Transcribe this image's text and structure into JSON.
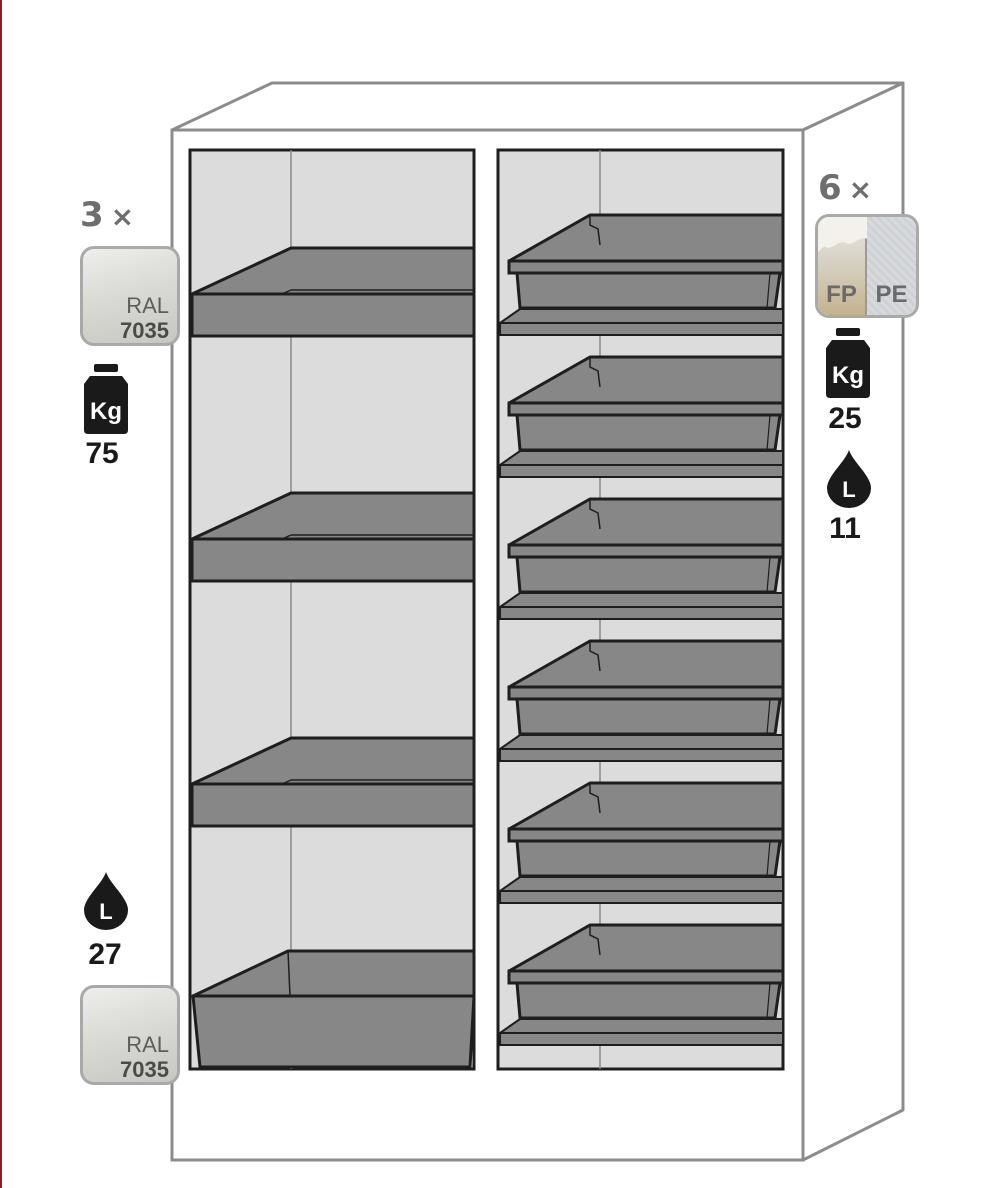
{
  "colors": {
    "accent_edge": "#8a1c2b",
    "cabinet_outline": "#8c8c8c",
    "interior": "#dcdcdc",
    "tray_fill": "#878787",
    "icon_dark": "#1a1a1a",
    "label_grey": "#6e6e6e"
  },
  "left_panel": {
    "shelf_count": "3",
    "times_symbol": "×",
    "color_top": {
      "word": "RAL",
      "number": "7035"
    },
    "weight_icon": "kg-weight-icon",
    "weight_icon_text": "Kg",
    "max_load": "75",
    "liquid_icon": "liquid-drop-icon",
    "liquid_icon_text": "L",
    "sump_volume": "27",
    "color_bottom": {
      "word": "RAL",
      "number": "7035"
    }
  },
  "right_panel": {
    "tray_count": "6",
    "times_symbol": "×",
    "material": {
      "fp": "FP",
      "pe": "PE"
    },
    "weight_icon": "kg-weight-icon",
    "weight_icon_text": "Kg",
    "max_load": "25",
    "liquid_icon": "liquid-drop-icon",
    "liquid_icon_text": "L",
    "tray_volume": "11"
  }
}
